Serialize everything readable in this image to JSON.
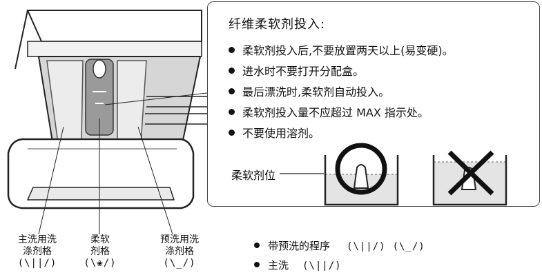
{
  "callout": {
    "title": "纤维柔软剂投入:",
    "bullets": [
      "柔软剂投入后,不要放置两天以上(易变硬)。",
      "进水时不要打开分配盒。",
      "最后漂洗时,柔软剂自动投入。",
      "柔软剂投入量不应超过 MAX 指示处。",
      "不要使用溶剂。"
    ],
    "softener_label": "柔软剂位",
    "correct_icon": "circle-ok-icon",
    "wrong_icon": "cross-wrong-icon"
  },
  "compartments": [
    {
      "line1": "主洗用洗",
      "line2": "涤剂格",
      "symbol": "(\\||/)",
      "icon": "main-wash-icon"
    },
    {
      "line1": "柔软",
      "line2": "剂格",
      "symbol": "(\\❀/)",
      "icon": "softener-flower-icon"
    },
    {
      "line1": "预洗用洗",
      "line2": "涤剂格",
      "symbol": "(\\_/)",
      "icon": "prewash-icon"
    }
  ],
  "legend": [
    {
      "text": "带预洗的程序",
      "symbols": [
        "(\\||/)",
        "(\\_/)"
      ]
    },
    {
      "text": "主洗",
      "symbols": [
        "(\\||/)"
      ]
    }
  ]
}
